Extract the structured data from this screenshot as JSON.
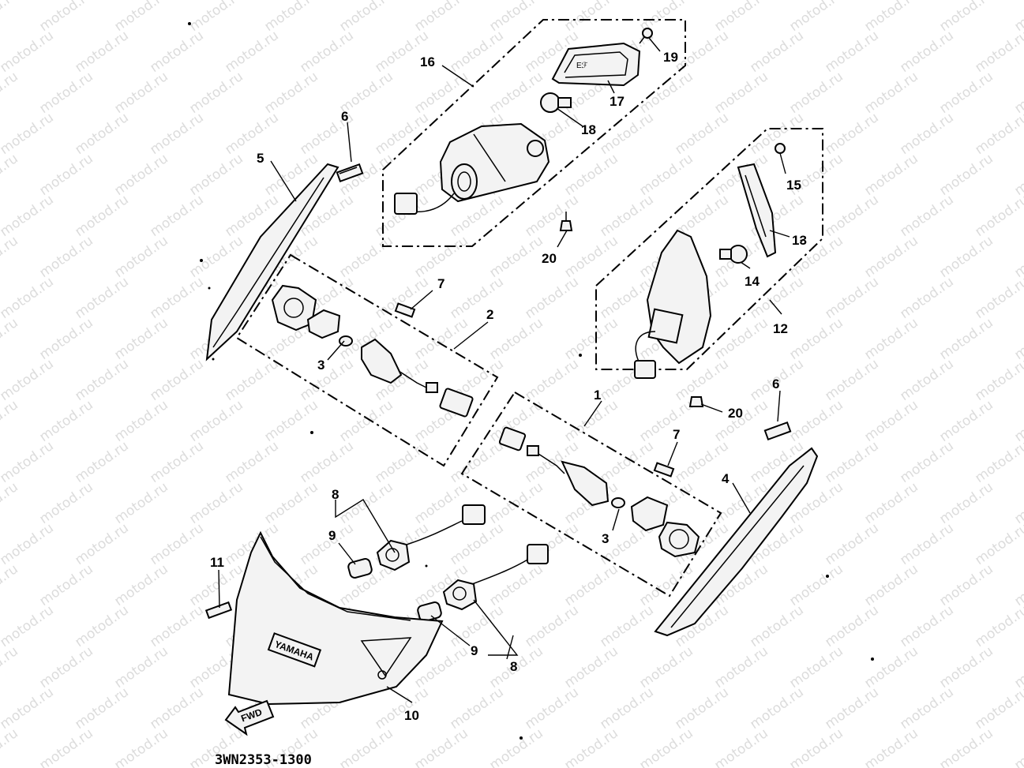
{
  "watermark": "motod.ru",
  "diagram_code": "3WN2353-1300",
  "logos": {
    "brand": "YAMAHA",
    "direction": "FWD"
  },
  "labels": {
    "l1": "1",
    "l2": "2",
    "l3a": "3",
    "l3b": "3",
    "l4": "4",
    "l5": "5",
    "l6a": "6",
    "l6b": "6",
    "l7a": "7",
    "l7b": "7",
    "l8a": "8",
    "l8b": "8",
    "l9a": "9",
    "l9b": "9",
    "l10": "10",
    "l11": "11",
    "l12": "12",
    "l13": "13",
    "l14": "14",
    "l15": "15",
    "l16": "16",
    "l17": "17",
    "l18": "18",
    "l19": "19",
    "l20a": "20",
    "l20b": "20"
  }
}
